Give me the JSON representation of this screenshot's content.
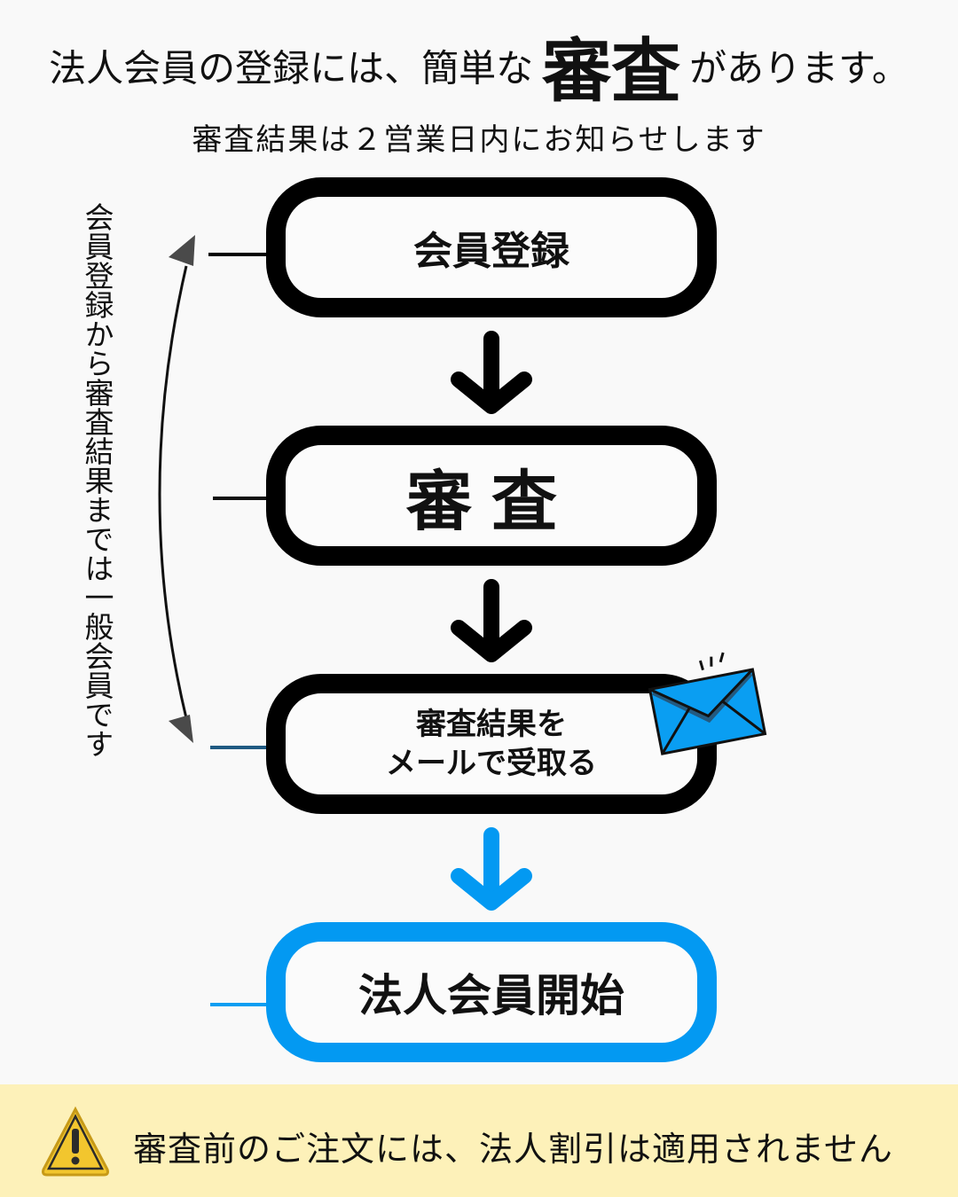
{
  "header": {
    "headline_before": "法人会員の登録には、簡単な",
    "headline_emphasis": "審査",
    "headline_after": "があります。",
    "subline": "審査結果は２営業日内にお知らせします"
  },
  "side_note": "会員登録から審査結果までは一般会員です",
  "steps": [
    {
      "label": "会員登録"
    },
    {
      "label": "審査"
    },
    {
      "label_line1": "審査結果を",
      "label_line2": "メールで受取る"
    },
    {
      "label": "法人会員開始"
    }
  ],
  "icons": {
    "mail": "envelope-icon",
    "warning": "warning-triangle-icon"
  },
  "colors": {
    "accent_blue": "#0399f2",
    "box_border": "#000000",
    "footer_bg": "#fdf1b9",
    "warning_yellow": "#f2c62e"
  },
  "footer": {
    "notice": "審査前のご注文には、法人割引は適用されません"
  }
}
